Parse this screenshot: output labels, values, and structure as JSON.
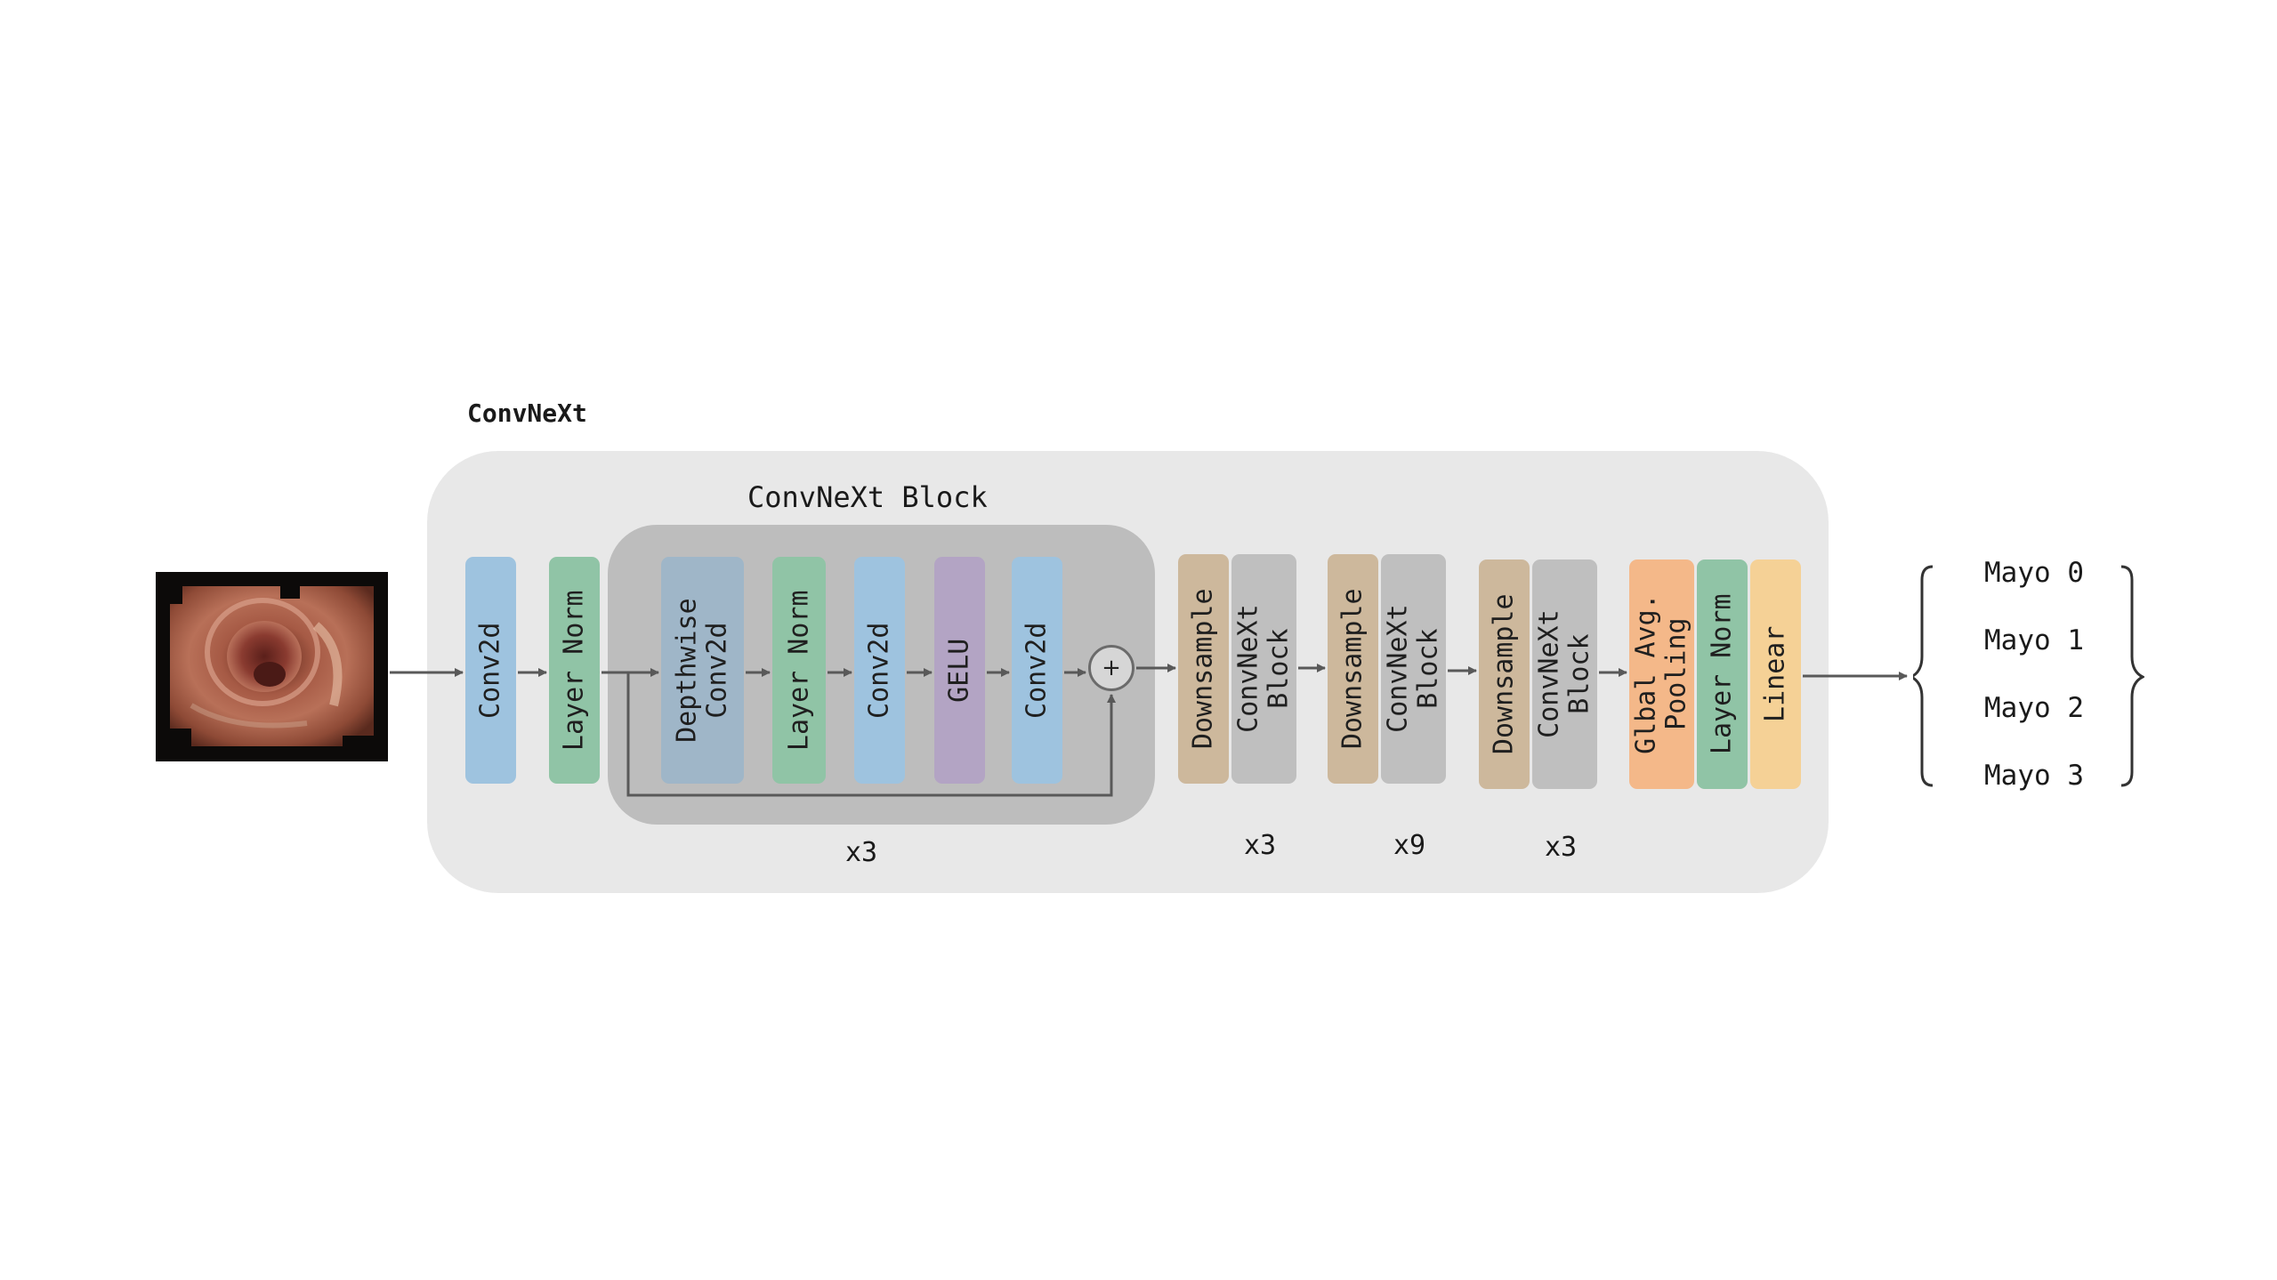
{
  "title": "ConvNeXt",
  "block_title": "ConvNeXt Block",
  "stem": {
    "conv": "Conv2d",
    "norm": "Layer Norm"
  },
  "block_layers": {
    "dwconv": "Depthwise\nConv2d",
    "norm": "Layer Norm",
    "conv1": "Conv2d",
    "gelu": "GELU",
    "conv2": "Conv2d",
    "add": "+"
  },
  "stages": [
    {
      "downsample": "Downsample",
      "block": "ConvNeXt\nBlock",
      "repeat": "x3"
    },
    {
      "downsample": "Downsample",
      "block": "ConvNeXt\nBlock",
      "repeat": "x9"
    },
    {
      "downsample": "Downsample",
      "block": "ConvNeXt\nBlock",
      "repeat": "x3"
    }
  ],
  "block_repeat": "x3",
  "head": {
    "pool": "Glbal Avg.\nPooling",
    "norm": "Layer Norm",
    "linear": "Linear"
  },
  "outputs": [
    "Mayo 0",
    "Mayo 1",
    "Mayo 2",
    "Mayo 3"
  ],
  "colors": {
    "conv": "#9ec3df",
    "norm": "#90c4a6",
    "dwconv": "#9fb6c8",
    "gelu": "#b3a4c4",
    "downsample": "#cdb89c",
    "block": "#bfbfbf",
    "pool": "#f4b889",
    "linear": "#f5d196",
    "outer_bg": "#e8e8e8",
    "inner_bg": "#bdbdbd",
    "arrow": "#595959"
  },
  "input_image": "endoscopy-image"
}
